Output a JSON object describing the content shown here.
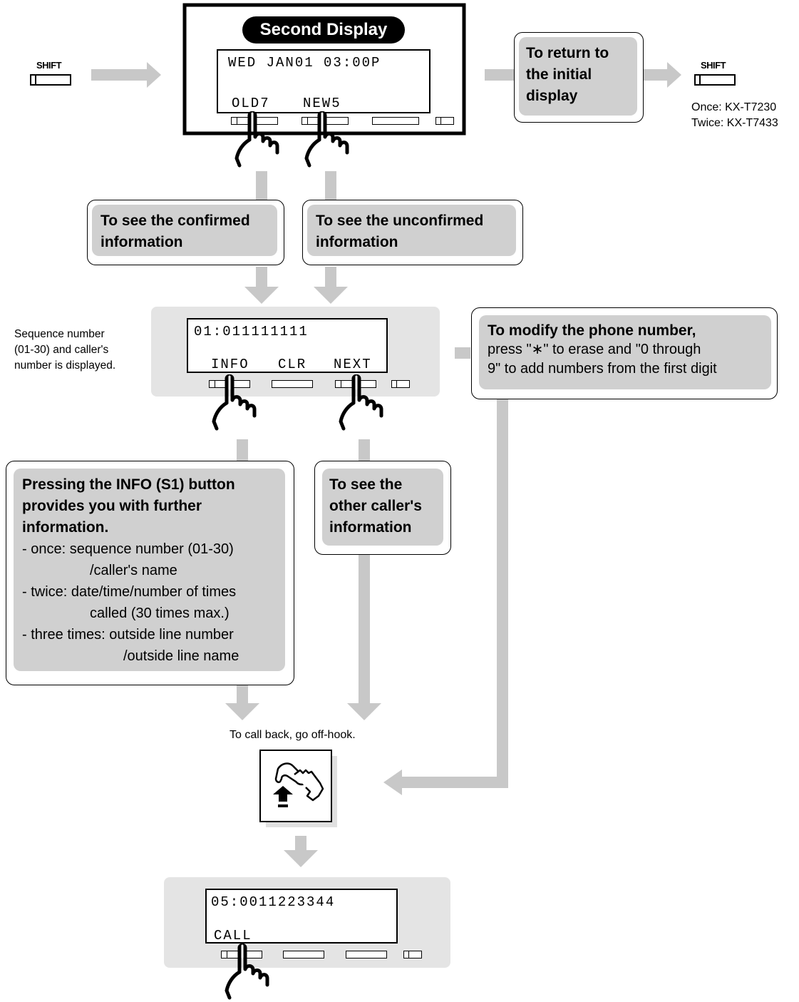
{
  "shift_label": "SHIFT",
  "second_display": {
    "title": "Second Display",
    "lcd_line1": "WED JAN01 03:00P",
    "lcd_old": "OLD7",
    "lcd_new": "NEW5"
  },
  "return_box": {
    "text": "To return to the initial display"
  },
  "models": {
    "once": "Once: KX-T7230",
    "twice": "Twice: KX-T7433"
  },
  "confirmed_box": {
    "text": "To see the confirmed information"
  },
  "unconfirmed_box": {
    "text": "To see the unconfirmed information"
  },
  "sequence_note": {
    "line1": "Sequence number",
    "line2": "(01-30) and caller's",
    "line3": "number is displayed."
  },
  "caller_display": {
    "lcd_line1": "01:011111111",
    "key_info": "INFO",
    "key_clr": "CLR",
    "key_next": "NEXT"
  },
  "modify_box": {
    "title": "To modify the phone number,",
    "line2": "press \"∗\" to erase and \"0 through",
    "line3": "9\" to add numbers from the first digit"
  },
  "info_box": {
    "title1": "Pressing the INFO (S1) button",
    "title2": "provides you with further",
    "title3": "information.",
    "l1": "- once: sequence number (01-30)",
    "l2": "/caller's name",
    "l3": "- twice: date/time/number of times",
    "l4": "called (30 times max.)",
    "l5": "- three times: outside line number",
    "l6": "/outside line name"
  },
  "other_caller_box": {
    "line1": "To see the",
    "line2": "other caller's",
    "line3": "information"
  },
  "callback_note": "To call back, go off-hook.",
  "call_display": {
    "lcd_line1": "05:0011223344",
    "key_call": "CALL"
  },
  "colors": {
    "arrow_gray": "#c8c8c8",
    "panel_gray": "#e4e4e4",
    "box_fill": "#d0d0d0"
  },
  "icons": [
    "pointing-hand-icon",
    "off-hook-handset-icon",
    "shift-key-icon"
  ]
}
